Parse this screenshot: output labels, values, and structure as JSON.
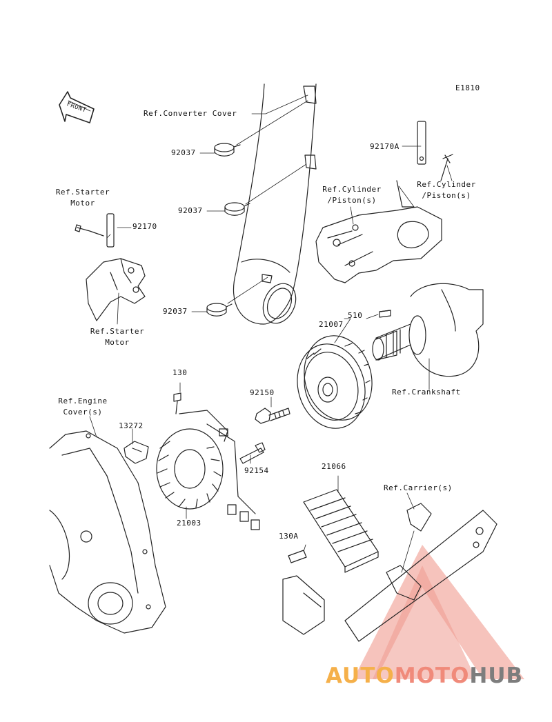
{
  "diagram_code": "E1810",
  "front_label": "FRONT",
  "labels": {
    "ref_converter_cover": "Ref.Converter Cover",
    "p92037_a": "92037",
    "p92037_b": "92037",
    "p92037_c": "92037",
    "p92170A": "92170A",
    "ref_cylinder_right_1": "Ref.Cylinder",
    "ref_cylinder_right_2": "/Piston(s)",
    "ref_cylinder_left_1": "Ref.Cylinder",
    "ref_cylinder_left_2": "/Piston(s)",
    "ref_starter_top_1": "Ref.Starter",
    "ref_starter_top_2": "Motor",
    "p92170": "92170",
    "ref_starter_bottom_1": "Ref.Starter",
    "ref_starter_bottom_2": "Motor",
    "p21007": "21007",
    "p510": "510",
    "ref_crankshaft": "Ref.Crankshaft",
    "p130": "130",
    "ref_engine_cover_1": "Ref.Engine",
    "ref_engine_cover_2": "Cover(s)",
    "p92150": "92150",
    "p13272": "13272",
    "p92154": "92154",
    "p21003": "21003",
    "p21066": "21066",
    "ref_carrier": "Ref.Carrier(s)",
    "p130A": "130A"
  },
  "watermark": {
    "part1": "AUTO",
    "part2": "MOTO",
    "part3": "HUB",
    "colors": {
      "orange": "#f5b04a",
      "red": "#f08a7a",
      "gray": "#7d7d7d"
    }
  }
}
